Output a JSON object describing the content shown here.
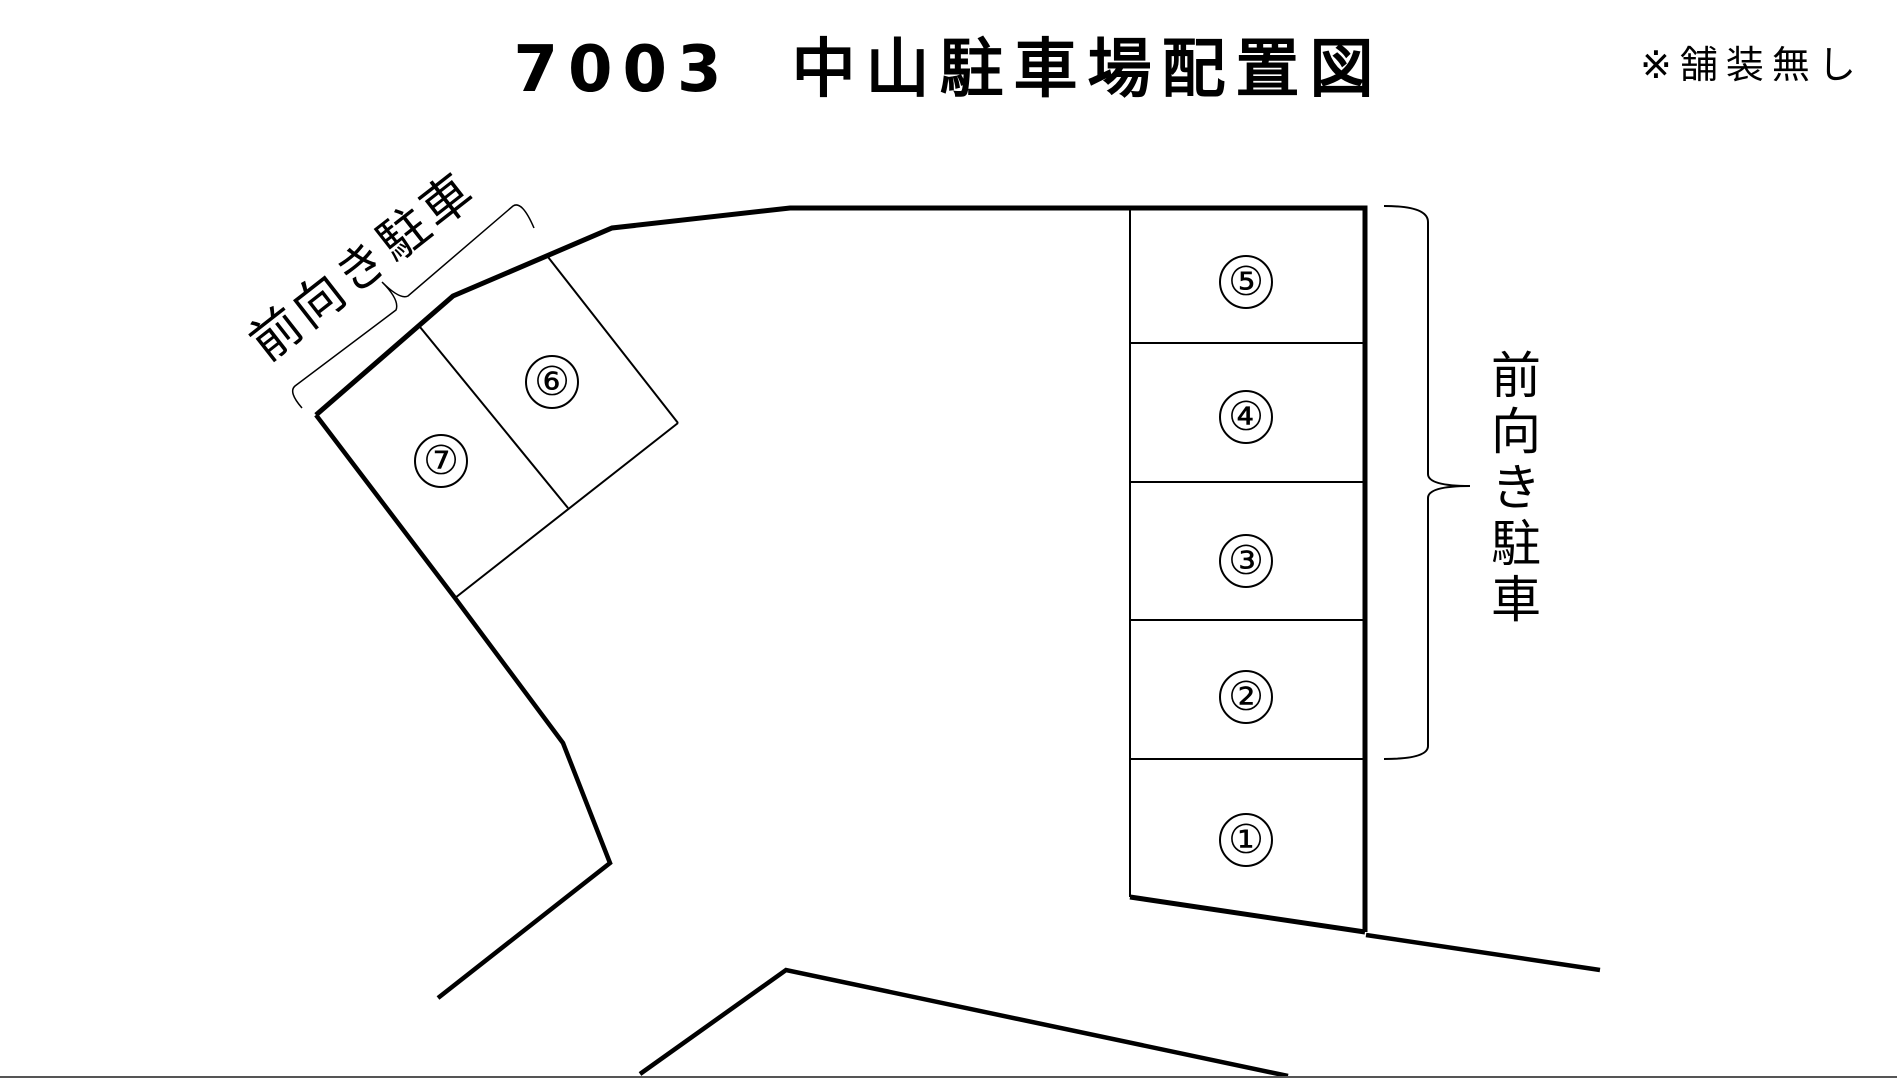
{
  "header": {
    "code": "7003",
    "title": "中山駐車場配置図",
    "note": "※舗装無し"
  },
  "labels": {
    "front_parking_right": [
      "前",
      "向",
      "き",
      "駐",
      "車"
    ],
    "front_parking_left": "前向き駐車"
  },
  "stalls": [
    {
      "id": 1,
      "label": "①",
      "group": "right-column"
    },
    {
      "id": 2,
      "label": "②",
      "group": "right-column"
    },
    {
      "id": 3,
      "label": "③",
      "group": "right-column"
    },
    {
      "id": 4,
      "label": "④",
      "group": "right-column"
    },
    {
      "id": 5,
      "label": "⑤",
      "group": "right-column"
    },
    {
      "id": 6,
      "label": "⑥",
      "group": "left-angled"
    },
    {
      "id": 7,
      "label": "⑦",
      "group": "left-angled"
    }
  ],
  "colors": {
    "line": "#000000",
    "background": "#ffffff"
  }
}
